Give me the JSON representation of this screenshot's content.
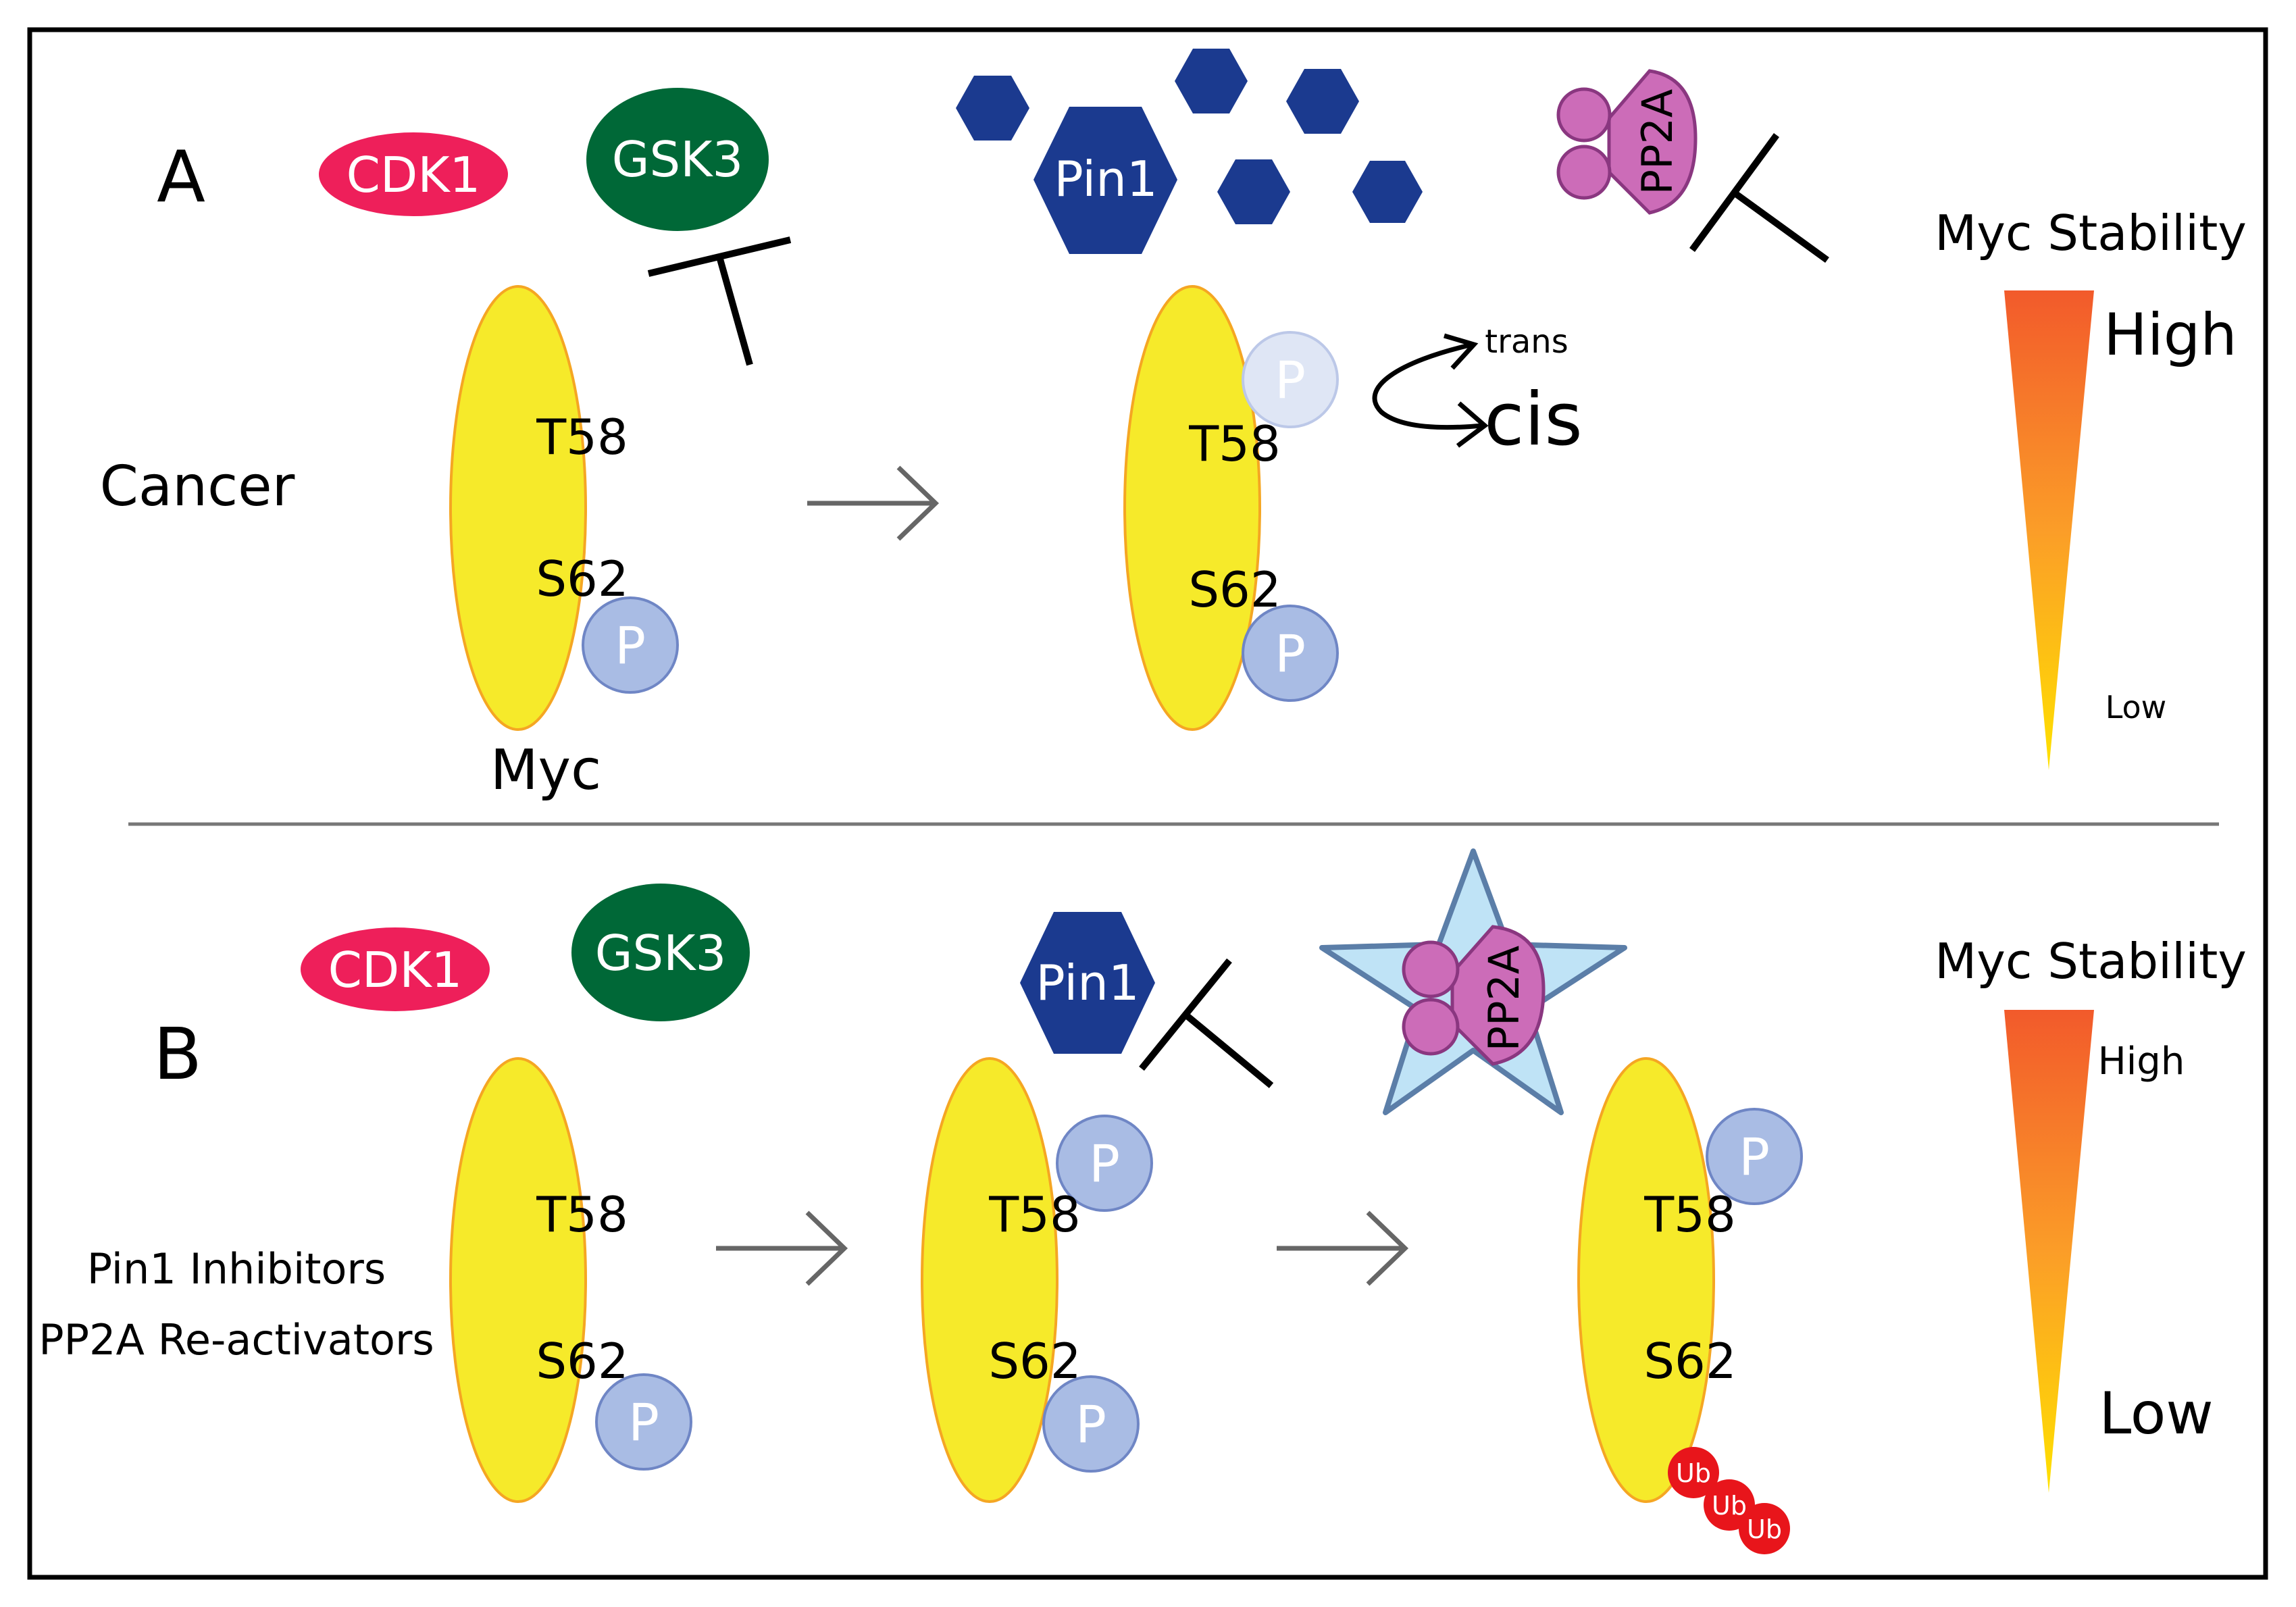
{
  "panel_a": {
    "label": "A",
    "condition": "Cancer",
    "myc_label": "Myc",
    "kinases": {
      "cdk1": "CDK1",
      "gsk3": "GSK3"
    },
    "pin1": "Pin1",
    "pp2a": "PP2A",
    "isomer": {
      "trans": "trans",
      "cis": "cis"
    },
    "sites": {
      "t58": "T58",
      "s62": "S62"
    },
    "phospho": "P",
    "stability": {
      "title": "Myc Stability",
      "high": "High",
      "low": "Low"
    }
  },
  "panel_b": {
    "label": "B",
    "conditions": [
      "Pin1 Inhibitors",
      "PP2A Re-activators"
    ],
    "kinases": {
      "cdk1": "CDK1",
      "gsk3": "GSK3"
    },
    "pin1": "Pin1",
    "pp2a": "PP2A",
    "sites": {
      "t58": "T58",
      "s62": "S62"
    },
    "phospho": "P",
    "ubiquitin": "Ub",
    "stability": {
      "title": "Myc Stability",
      "high": "High",
      "low": "Low"
    }
  },
  "colors": {
    "cdk1": "#ee1f5a",
    "gsk3": "#006837",
    "pin1": "#1b3a8f",
    "pp2a": "#cc6cb8",
    "myc": "#f6ea2a",
    "phospho": "#a9bce4",
    "ubiquitin": "#e8151b",
    "star": "#bfe3f6"
  }
}
